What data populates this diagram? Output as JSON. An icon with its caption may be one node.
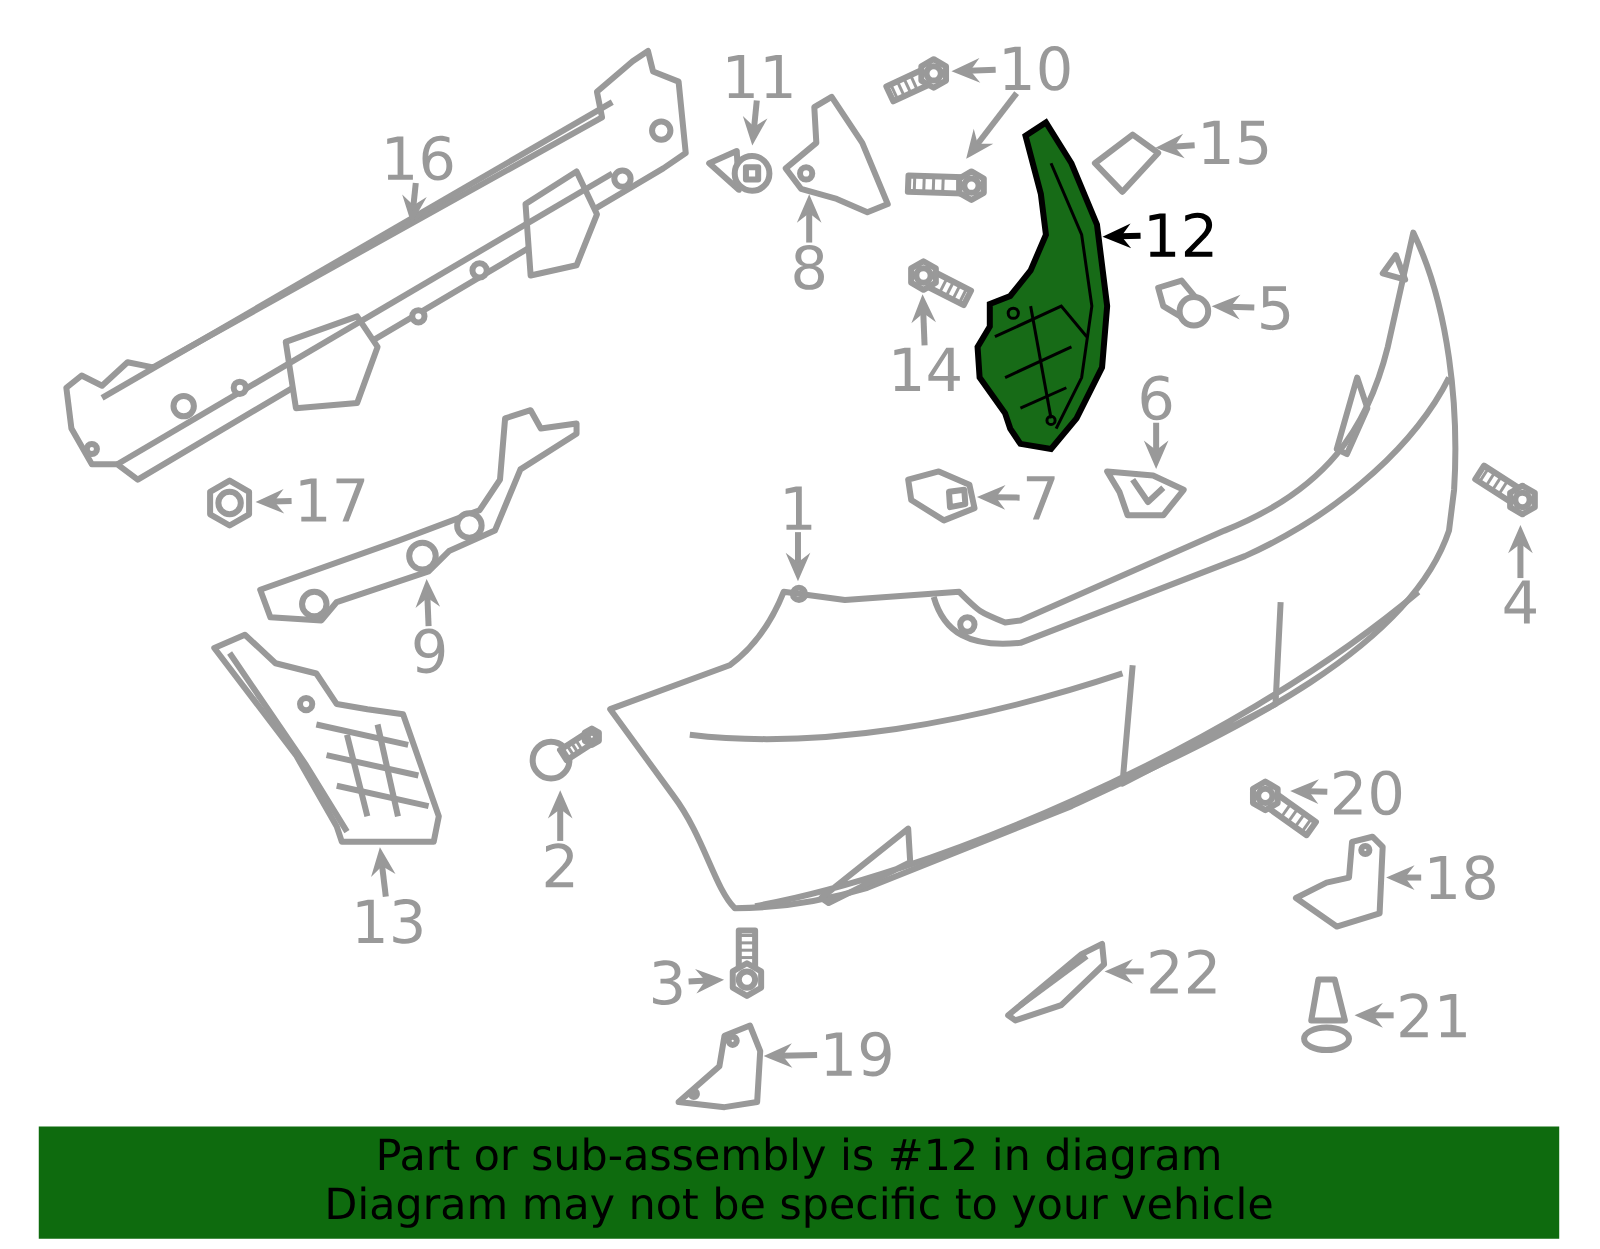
{
  "diagram": {
    "nodes": [
      {
        "text": [
          "1"
        ]
      },
      {
        "text": [],
        "shape": "picture"
      },
      {
        "text": [
          "2"
        ]
      },
      {
        "text": [],
        "shape": "picture"
      },
      {
        "text": [
          "3"
        ]
      },
      {
        "text": [],
        "shape": "picture"
      },
      {
        "text": [
          "4"
        ]
      },
      {
        "text": [],
        "shape": "picture"
      },
      {
        "text": [
          "5"
        ]
      },
      {
        "text": [],
        "shape": "picture"
      },
      {
        "text": [
          "6"
        ]
      },
      {
        "text": [],
        "shape": "picture"
      },
      {
        "text": [
          "7"
        ]
      },
      {
        "text": [],
        "shape": "picture"
      },
      {
        "text": [
          "8"
        ]
      },
      {
        "text": [],
        "shape": "picture"
      },
      {
        "text": [
          "9"
        ]
      },
      {
        "text": [],
        "shape": "picture"
      },
      {
        "text": [
          "10"
        ]
      },
      {
        "text": [],
        "shape": "picture"
      },
      {
        "text": [],
        "shape": "picture"
      },
      {
        "text": [
          "11"
        ]
      },
      {
        "text": [],
        "shape": "picture"
      },
      {
        "text": [
          "12"
        ]
      },
      {
        "text": [],
        "shape": "picture"
      },
      {
        "text": [
          "13"
        ]
      },
      {
        "text": [],
        "shape": "picture"
      },
      {
        "text": [
          "14"
        ]
      },
      {
        "text": [],
        "shape": "picture"
      },
      {
        "text": [
          "15"
        ]
      },
      {
        "text": [],
        "shape": "picture"
      },
      {
        "text": [
          "16"
        ]
      },
      {
        "text": [],
        "shape": "picture"
      },
      {
        "text": [
          "17"
        ]
      },
      {
        "text": [],
        "shape": "picture"
      },
      {
        "text": [
          "18"
        ]
      },
      {
        "text": [],
        "shape": "picture"
      },
      {
        "text": [
          "19"
        ]
      },
      {
        "text": [],
        "shape": "picture"
      },
      {
        "text": [
          "20"
        ]
      },
      {
        "text": [],
        "shape": "picture"
      },
      {
        "text": [
          "21"
        ]
      },
      {
        "text": [],
        "shape": "picture"
      },
      {
        "text": [
          "22"
        ]
      },
      {
        "text": [],
        "shape": "picture"
      },
      {
        "text": [
          "Part or sub-assembly is #12 in diagram",
          "Diagram may not be specific to your vehicle"
        ]
      }
    ],
    "edges": [
      {
        "from": 0,
        "to": 1,
        "arrow": "to"
      },
      {
        "from": 2,
        "to": 3,
        "arrow": "to"
      },
      {
        "from": 4,
        "to": 5,
        "arrow": "to"
      },
      {
        "from": 6,
        "to": 7,
        "arrow": "to"
      },
      {
        "from": 8,
        "to": 9,
        "arrow": "to"
      },
      {
        "from": 10,
        "to": 11,
        "arrow": "to"
      },
      {
        "from": 12,
        "to": 13,
        "arrow": "to"
      },
      {
        "from": 14,
        "to": 15,
        "arrow": "to"
      },
      {
        "from": 16,
        "to": 17,
        "arrow": "to"
      },
      {
        "from": 18,
        "to": 19,
        "arrow": "to"
      },
      {
        "from": 18,
        "to": 20,
        "arrow": "to"
      },
      {
        "from": 21,
        "to": 22,
        "arrow": "to"
      },
      {
        "from": 23,
        "to": 24,
        "arrow": "to",
        "color": "#000000"
      },
      {
        "from": 25,
        "to": 26,
        "arrow": "to"
      },
      {
        "from": 27,
        "to": 28,
        "arrow": "to"
      },
      {
        "from": 29,
        "to": 30,
        "arrow": "to"
      },
      {
        "from": 31,
        "to": 32,
        "arrow": "to"
      },
      {
        "from": 33,
        "to": 34,
        "arrow": "to"
      },
      {
        "from": 35,
        "to": 36,
        "arrow": "to"
      },
      {
        "from": 37,
        "to": 38,
        "arrow": "to"
      },
      {
        "from": 39,
        "to": 40,
        "arrow": "to"
      },
      {
        "from": 41,
        "to": 42,
        "arrow": "to"
      },
      {
        "from": 43,
        "to": 44,
        "arrow": "to"
      }
    ]
  }
}
